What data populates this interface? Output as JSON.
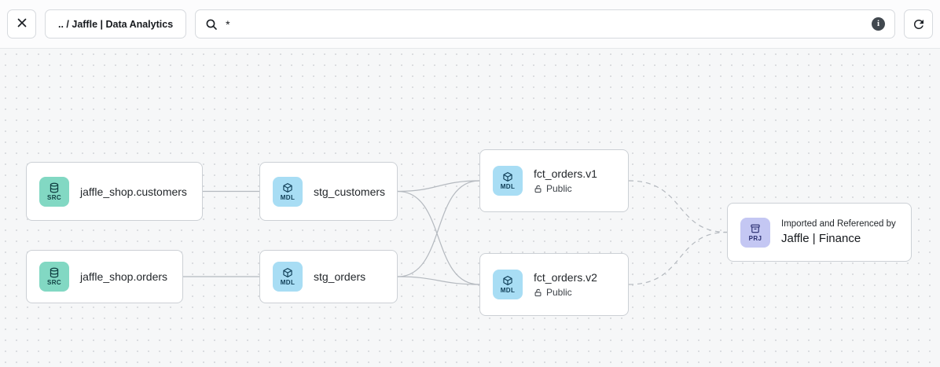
{
  "toolbar": {
    "breadcrumb": ".. / Jaffle | Data Analytics",
    "search": {
      "value": "*"
    },
    "info_label": "i"
  },
  "nodes": [
    {
      "badge": "SRC",
      "label": "jaffle_shop.customers"
    },
    {
      "badge": "SRC",
      "label": "jaffle_shop.orders"
    },
    {
      "badge": "MDL",
      "label": "stg_customers"
    },
    {
      "badge": "MDL",
      "label": "stg_orders"
    },
    {
      "badge": "MDL",
      "label": "fct_orders.v1",
      "access": "Public"
    },
    {
      "badge": "MDL",
      "label": "fct_orders.v2",
      "access": "Public"
    },
    {
      "badge": "PRJ",
      "caption": "Imported and Referenced by",
      "label": "Jaffle | Finance"
    }
  ],
  "edges": [
    {
      "from": "jaffle_shop.customers",
      "to": "stg_customers",
      "style": "solid"
    },
    {
      "from": "jaffle_shop.orders",
      "to": "stg_orders",
      "style": "solid"
    },
    {
      "from": "stg_customers",
      "to": "fct_orders.v1",
      "style": "solid"
    },
    {
      "from": "stg_customers",
      "to": "fct_orders.v2",
      "style": "solid"
    },
    {
      "from": "stg_orders",
      "to": "fct_orders.v1",
      "style": "solid"
    },
    {
      "from": "stg_orders",
      "to": "fct_orders.v2",
      "style": "solid"
    },
    {
      "from": "fct_orders.v1",
      "to": "Jaffle | Finance",
      "style": "dashed"
    },
    {
      "from": "fct_orders.v2",
      "to": "Jaffle | Finance",
      "style": "dashed"
    }
  ],
  "colors": {
    "source_badge_bg": "#82d8c3",
    "model_badge_bg": "#a8ddf4",
    "project_badge_bg": "#c4c7f3",
    "edge": "#b4b9bf",
    "canvas_bg": "#f6f7f8"
  }
}
